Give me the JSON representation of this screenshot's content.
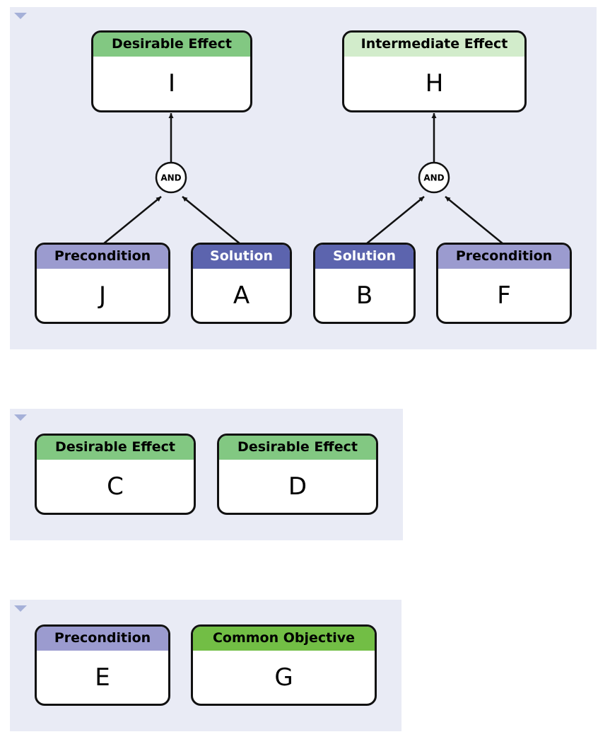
{
  "type_colors": {
    "desirable_effect": "#82c882",
    "intermediate_effect": "#d2eccb",
    "precondition": "#9b9bcf",
    "solution": "#5c64ae",
    "common_objective": "#72be45"
  },
  "groups": [
    {
      "nodes": [
        {
          "key": "I",
          "type_label": "Desirable Effect",
          "label": "I"
        },
        {
          "key": "H",
          "type_label": "Intermediate Effect",
          "label": "H"
        },
        {
          "key": "J",
          "type_label": "Precondition",
          "label": "J"
        },
        {
          "key": "A",
          "type_label": "Solution",
          "label": "A"
        },
        {
          "key": "B",
          "type_label": "Solution",
          "label": "B"
        },
        {
          "key": "F",
          "type_label": "Precondition",
          "label": "F"
        }
      ],
      "junctions": [
        {
          "label": "AND",
          "target": "I",
          "sources": [
            "J",
            "A"
          ]
        },
        {
          "label": "AND",
          "target": "H",
          "sources": [
            "B",
            "F"
          ]
        }
      ]
    },
    {
      "nodes": [
        {
          "key": "C",
          "type_label": "Desirable Effect",
          "label": "C"
        },
        {
          "key": "D",
          "type_label": "Desirable Effect",
          "label": "D"
        }
      ]
    },
    {
      "nodes": [
        {
          "key": "E",
          "type_label": "Precondition",
          "label": "E"
        },
        {
          "key": "G",
          "type_label": "Common Objective",
          "label": "G"
        }
      ]
    }
  ]
}
